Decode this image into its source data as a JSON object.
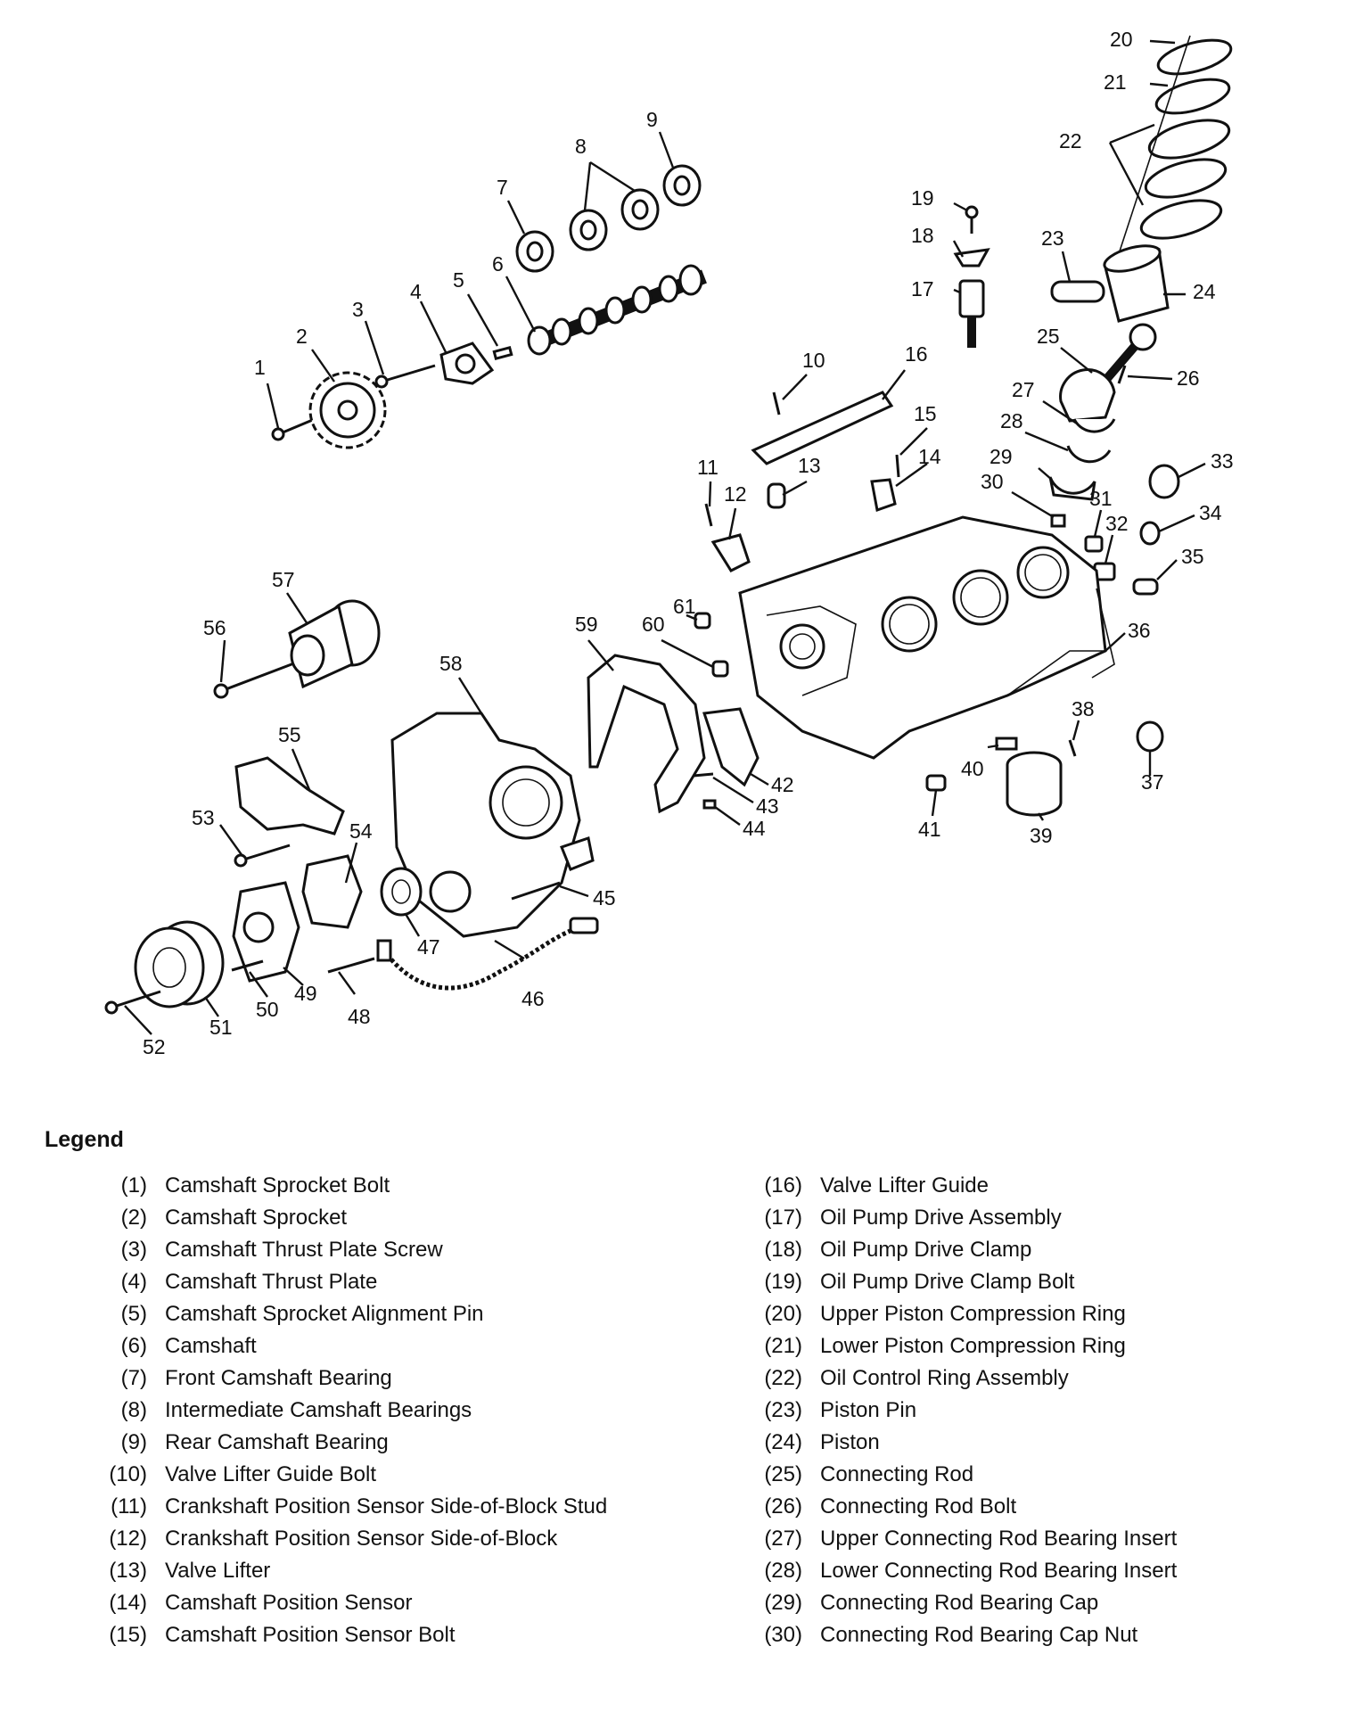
{
  "callouts": [
    "1",
    "2",
    "3",
    "4",
    "5",
    "6",
    "7",
    "8",
    "9",
    "10",
    "11",
    "12",
    "13",
    "14",
    "15",
    "16",
    "17",
    "18",
    "19",
    "20",
    "21",
    "22",
    "23",
    "24",
    "25",
    "26",
    "27",
    "28",
    "29",
    "30",
    "31",
    "32",
    "33",
    "34",
    "35",
    "36",
    "37",
    "38",
    "39",
    "40",
    "41",
    "42",
    "43",
    "44",
    "45",
    "46",
    "47",
    "48",
    "49",
    "50",
    "51",
    "52",
    "53",
    "54",
    "55",
    "56",
    "57",
    "58",
    "59",
    "60",
    "61"
  ],
  "legend": {
    "title": "Legend",
    "left": [
      {
        "num": "(1)",
        "text": "Camshaft Sprocket Bolt"
      },
      {
        "num": "(2)",
        "text": "Camshaft Sprocket"
      },
      {
        "num": "(3)",
        "text": "Camshaft Thrust Plate Screw"
      },
      {
        "num": "(4)",
        "text": "Camshaft Thrust Plate"
      },
      {
        "num": "(5)",
        "text": "Camshaft Sprocket Alignment Pin"
      },
      {
        "num": "(6)",
        "text": "Camshaft"
      },
      {
        "num": "(7)",
        "text": "Front Camshaft Bearing"
      },
      {
        "num": "(8)",
        "text": "Intermediate Camshaft Bearings"
      },
      {
        "num": "(9)",
        "text": "Rear Camshaft Bearing"
      },
      {
        "num": "(10)",
        "text": "Valve Lifter Guide Bolt"
      },
      {
        "num": "(11)",
        "text": "Crankshaft Position Sensor Side-of-Block Stud"
      },
      {
        "num": "(12)",
        "text": "Crankshaft Position Sensor Side-of-Block"
      },
      {
        "num": "(13)",
        "text": "Valve Lifter"
      },
      {
        "num": "(14)",
        "text": "Camshaft Position Sensor"
      },
      {
        "num": "(15)",
        "text": "Camshaft Position Sensor Bolt"
      }
    ],
    "right": [
      {
        "num": "(16)",
        "text": "Valve Lifter Guide"
      },
      {
        "num": "(17)",
        "text": "Oil Pump Drive Assembly"
      },
      {
        "num": "(18)",
        "text": "Oil Pump Drive Clamp"
      },
      {
        "num": "(19)",
        "text": "Oil Pump Drive Clamp Bolt"
      },
      {
        "num": "(20)",
        "text": "Upper Piston Compression Ring"
      },
      {
        "num": "(21)",
        "text": "Lower Piston Compression Ring"
      },
      {
        "num": "(22)",
        "text": "Oil Control Ring Assembly"
      },
      {
        "num": "(23)",
        "text": "Piston Pin"
      },
      {
        "num": "(24)",
        "text": "Piston"
      },
      {
        "num": "(25)",
        "text": "Connecting Rod"
      },
      {
        "num": "(26)",
        "text": "Connecting Rod Bolt"
      },
      {
        "num": "(27)",
        "text": "Upper Connecting Rod Bearing Insert"
      },
      {
        "num": "(28)",
        "text": "Lower Connecting Rod Bearing Insert"
      },
      {
        "num": "(29)",
        "text": "Connecting Rod Bearing Cap"
      },
      {
        "num": "(30)",
        "text": "Connecting Rod Bearing Cap Nut"
      }
    ]
  }
}
